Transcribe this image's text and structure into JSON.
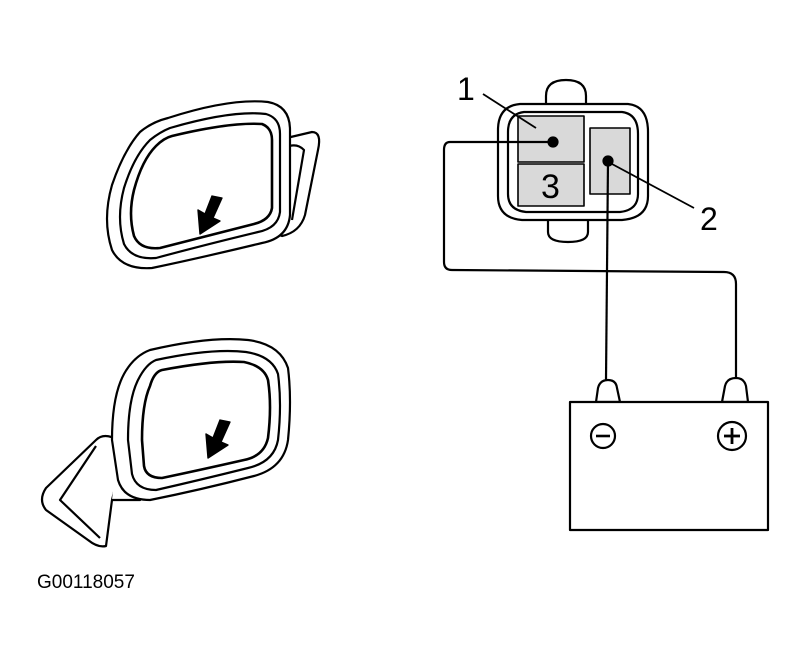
{
  "figure": {
    "id_code": "G00118057"
  },
  "callouts": {
    "one": "1",
    "two": "2",
    "three": "3"
  },
  "colors": {
    "ink": "#000000",
    "paper": "#ffffff",
    "shade": "#d9d9d9"
  },
  "icons": {
    "mirror_arrow": "arrow-down-left-icon",
    "battery_negative": "minus-circle-icon",
    "battery_positive": "plus-circle-icon"
  }
}
